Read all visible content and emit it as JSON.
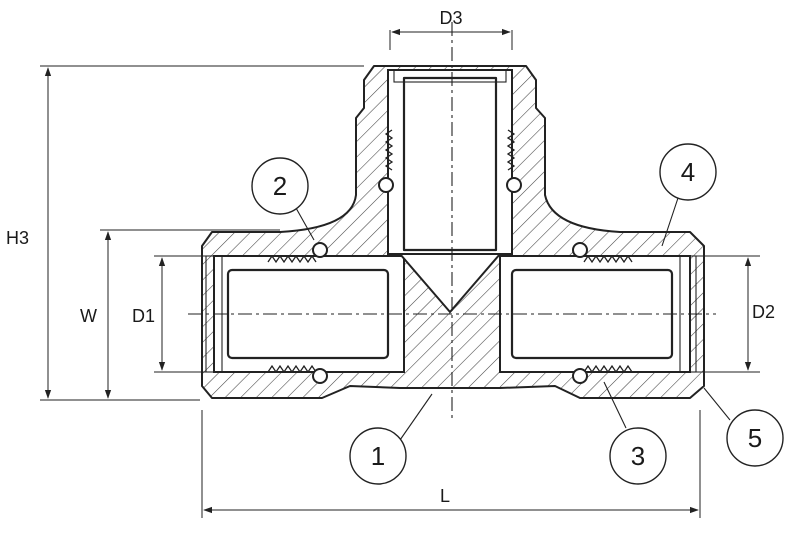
{
  "figure": {
    "dimensions": {
      "D3": "D3",
      "H3": "H3",
      "W": "W",
      "D1": "D1",
      "D2": "D2",
      "L": "L"
    },
    "callouts": [
      "1",
      "2",
      "3",
      "4",
      "5"
    ],
    "colors": {
      "line": "#222222",
      "background": "#ffffff"
    }
  }
}
